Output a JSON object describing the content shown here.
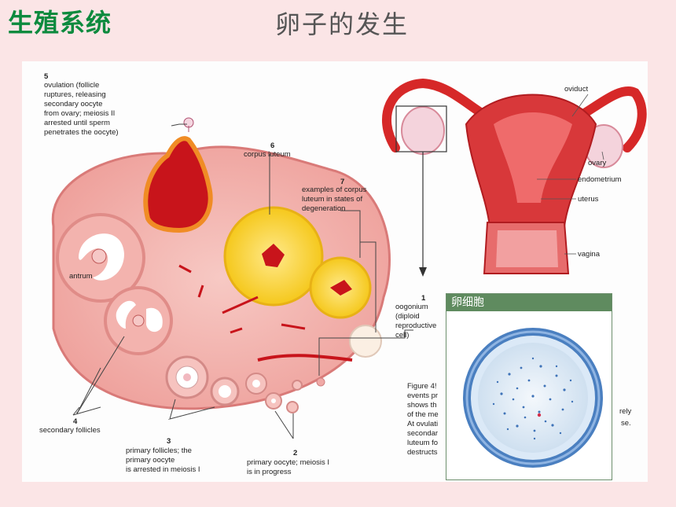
{
  "header": {
    "section_title": "生殖系统",
    "slide_title": "卵子的发生"
  },
  "figure": {
    "labels": {
      "n5": "5",
      "ovulation": "ovulation (follicle\nruptures, releasing\nsecondary oocyte\nfrom ovary; meiosis II\narrested until sperm\npenetrates the oocyte)",
      "n6": "6",
      "corpus_luteum": "corpus luteum",
      "n7": "7",
      "degeneration": "examples of corpus\nluteum in states of\ndegeneration",
      "antrum": "antrum",
      "n1": "1",
      "oogonium": "oogonium\n(diploid\nreproductive\ncell)",
      "n4": "4",
      "secondary_follicles": "secondary follicles",
      "n3": "3",
      "primary_follicles": "primary follicles; the\nprimary oocyte\nis arrested in meiosis I",
      "n2": "2",
      "primary_oocyte": "primary oocyte; meiosis I\nis in progress",
      "oviduct": "oviduct",
      "ovary": "ovary",
      "endometrium": "endometrium",
      "uterus": "uterus",
      "vagina": "vagina",
      "figure_caption": "Figure 4!\nevents pr\nshows th\nof the me\nAt ovulati\nsecondar\nluteum fo\ndestructs",
      "cut_rely": "rely",
      "cut_se": "se."
    },
    "inset_title": "卵细胞"
  }
}
